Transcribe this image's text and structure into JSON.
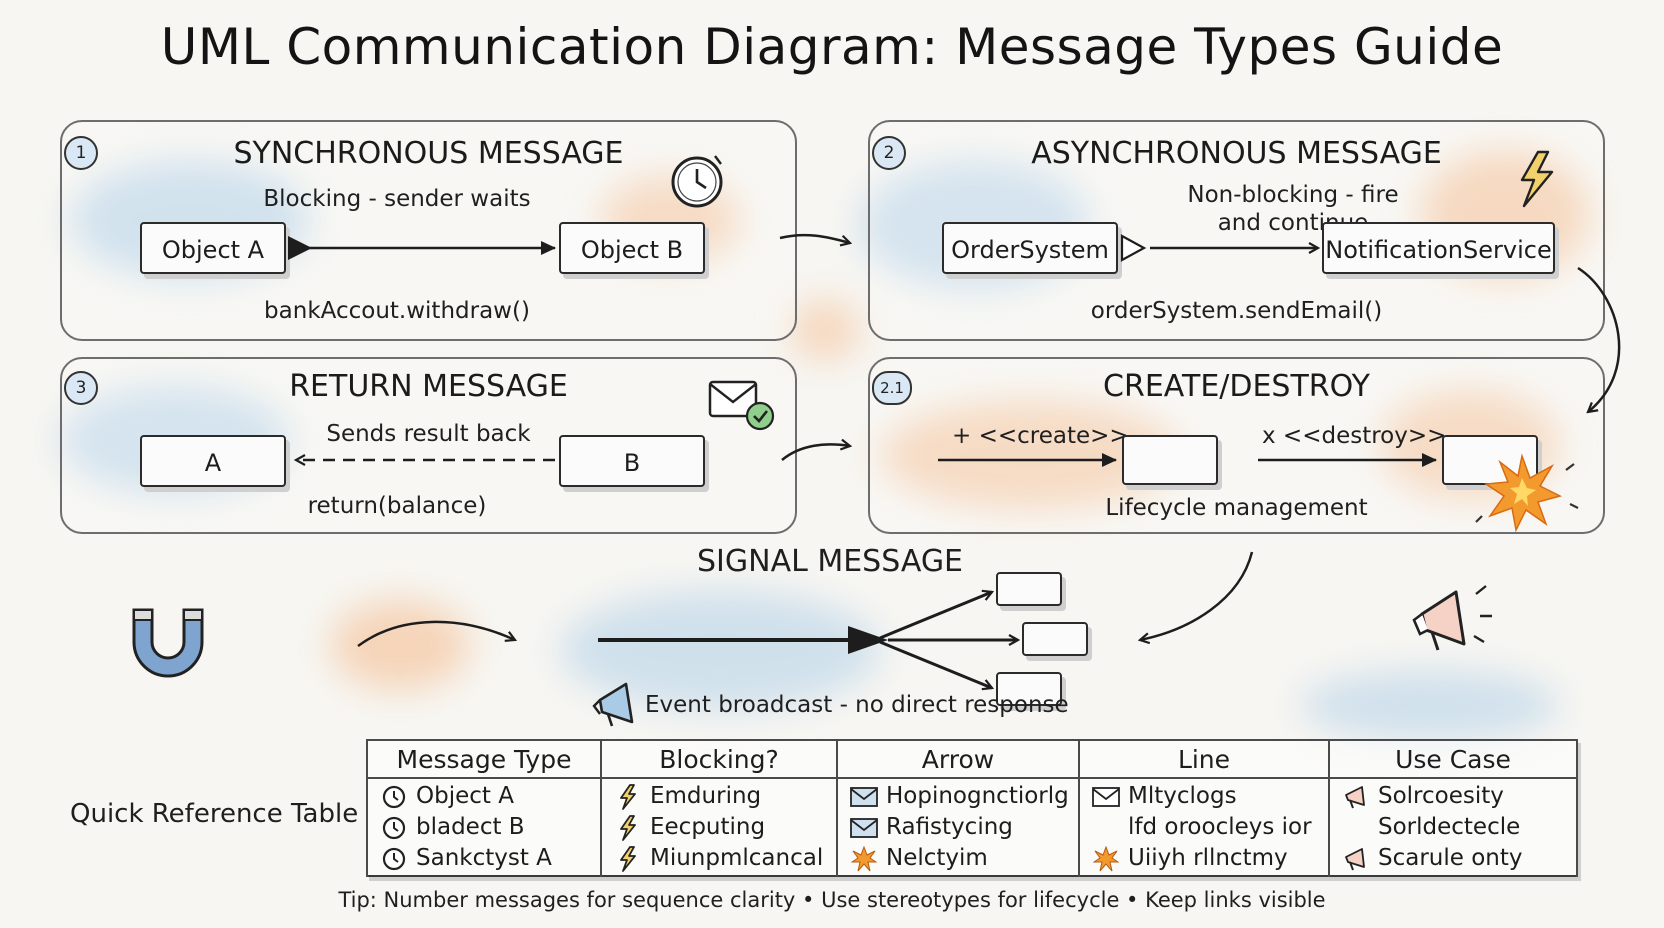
{
  "title": "UML Communication Diagram: Message Types Guide",
  "panels": {
    "sync": {
      "number": "1",
      "title": "SYNCHRONOUS MESSAGE",
      "subtitle": "Blocking - sender waits",
      "from": "Object A",
      "to": "Object B",
      "call": "bankAccout.withdraw()"
    },
    "async": {
      "number": "2",
      "title": "ASYNCHRONOUS MESSAGE",
      "subtitle_line1": "Non-blocking - fire",
      "subtitle_line2": "and continue",
      "from": "OrderSystem",
      "to": "NotificationService",
      "call": "orderSystem.sendEmail()"
    },
    "return": {
      "number": "3",
      "title": "RETURN MESSAGE",
      "subtitle": "Sends result back",
      "from": "A",
      "to": "B",
      "call": "return(balance)"
    },
    "create": {
      "number": "2.1",
      "title": "CREATE/DESTROY",
      "create_label": "+ <<create>>",
      "destroy_label": "x <<destroy>>",
      "caption": "Lifecycle management"
    }
  },
  "signal": {
    "title": "SIGNAL MESSAGE",
    "caption": "Event broadcast - no direct response"
  },
  "reference": {
    "label": "Quick Reference Table",
    "headers": [
      "Message Type",
      "Blocking?",
      "Arrow",
      "Line",
      "Use Case"
    ],
    "columns": [
      [
        {
          "icon": "clock-icon",
          "text": "Object A"
        },
        {
          "icon": "clock-icon",
          "text": "bladect B"
        },
        {
          "icon": "clock-icon",
          "text": "Sankctyst A"
        }
      ],
      [
        {
          "icon": "lightning-icon",
          "text": "Emduring"
        },
        {
          "icon": "lightning-icon",
          "text": "Eecputing"
        },
        {
          "icon": "lightning-icon",
          "text": "Miunpmlcancal"
        }
      ],
      [
        {
          "icon": "envelope-icon",
          "text": "Hopinognctiorlg"
        },
        {
          "icon": "envelope-icon",
          "text": "Rafistycing"
        },
        {
          "icon": "burst-icon",
          "text": "Nelctyim"
        }
      ],
      [
        {
          "icon": "envelope-icon",
          "text": "Mltyclogs"
        },
        {
          "icon": "",
          "text": "lfd oroocleys ior"
        },
        {
          "icon": "burst-icon",
          "text": "Uiiyh rllnctmy"
        }
      ],
      [
        {
          "icon": "megaphone-icon",
          "text": "Solrcoesity"
        },
        {
          "icon": "",
          "text": "Sorldectecle"
        },
        {
          "icon": "megaphone-icon",
          "text": "Scarule onty"
        }
      ]
    ]
  },
  "tip": "Tip: Number messages for sequence clarity • Use stereotypes for lifecycle • Keep links visible",
  "colors": {
    "blue_wash": "#a9cbe6",
    "orange_wash": "#f4b98a",
    "ink": "#1d1d1d",
    "burst": "#f08a24"
  }
}
